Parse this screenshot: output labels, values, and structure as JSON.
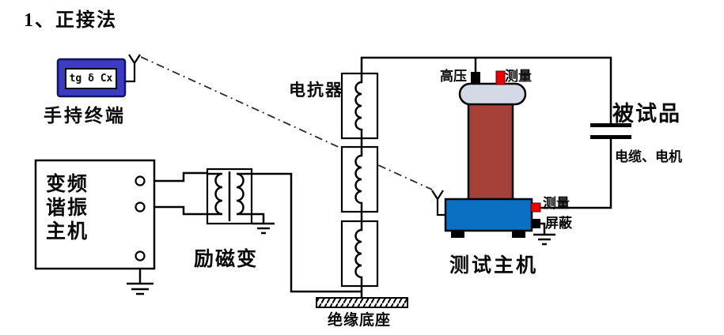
{
  "title": "1、正接法",
  "handheld_terminal": {
    "screen_text": "tg δ Cx",
    "label": "手持终端"
  },
  "resonance_host": {
    "label": "变频\n谐振\n主机"
  },
  "excitation_transformer": {
    "label": "励磁变"
  },
  "reactor": {
    "label": "电抗器",
    "coil_sections": 3
  },
  "insulating_base": {
    "label": "绝缘底座"
  },
  "test_host": {
    "label": "测试主机",
    "hv_terminal_label": "高压",
    "measure_top_label": "测量",
    "measure_side_label": "测量",
    "shield_label": "屏蔽"
  },
  "specimen": {
    "label": "被试品",
    "sublabel": "电缆、电机"
  },
  "colors": {
    "handheld_blue": "#3c3cc2",
    "host_blue": "#0a71c2",
    "bushing_red": "#a54138",
    "bushing_cap_gray": "#d5d9e5",
    "terminal_red": "#e80000",
    "terminal_black": "#000000",
    "line_black": "#000000"
  }
}
